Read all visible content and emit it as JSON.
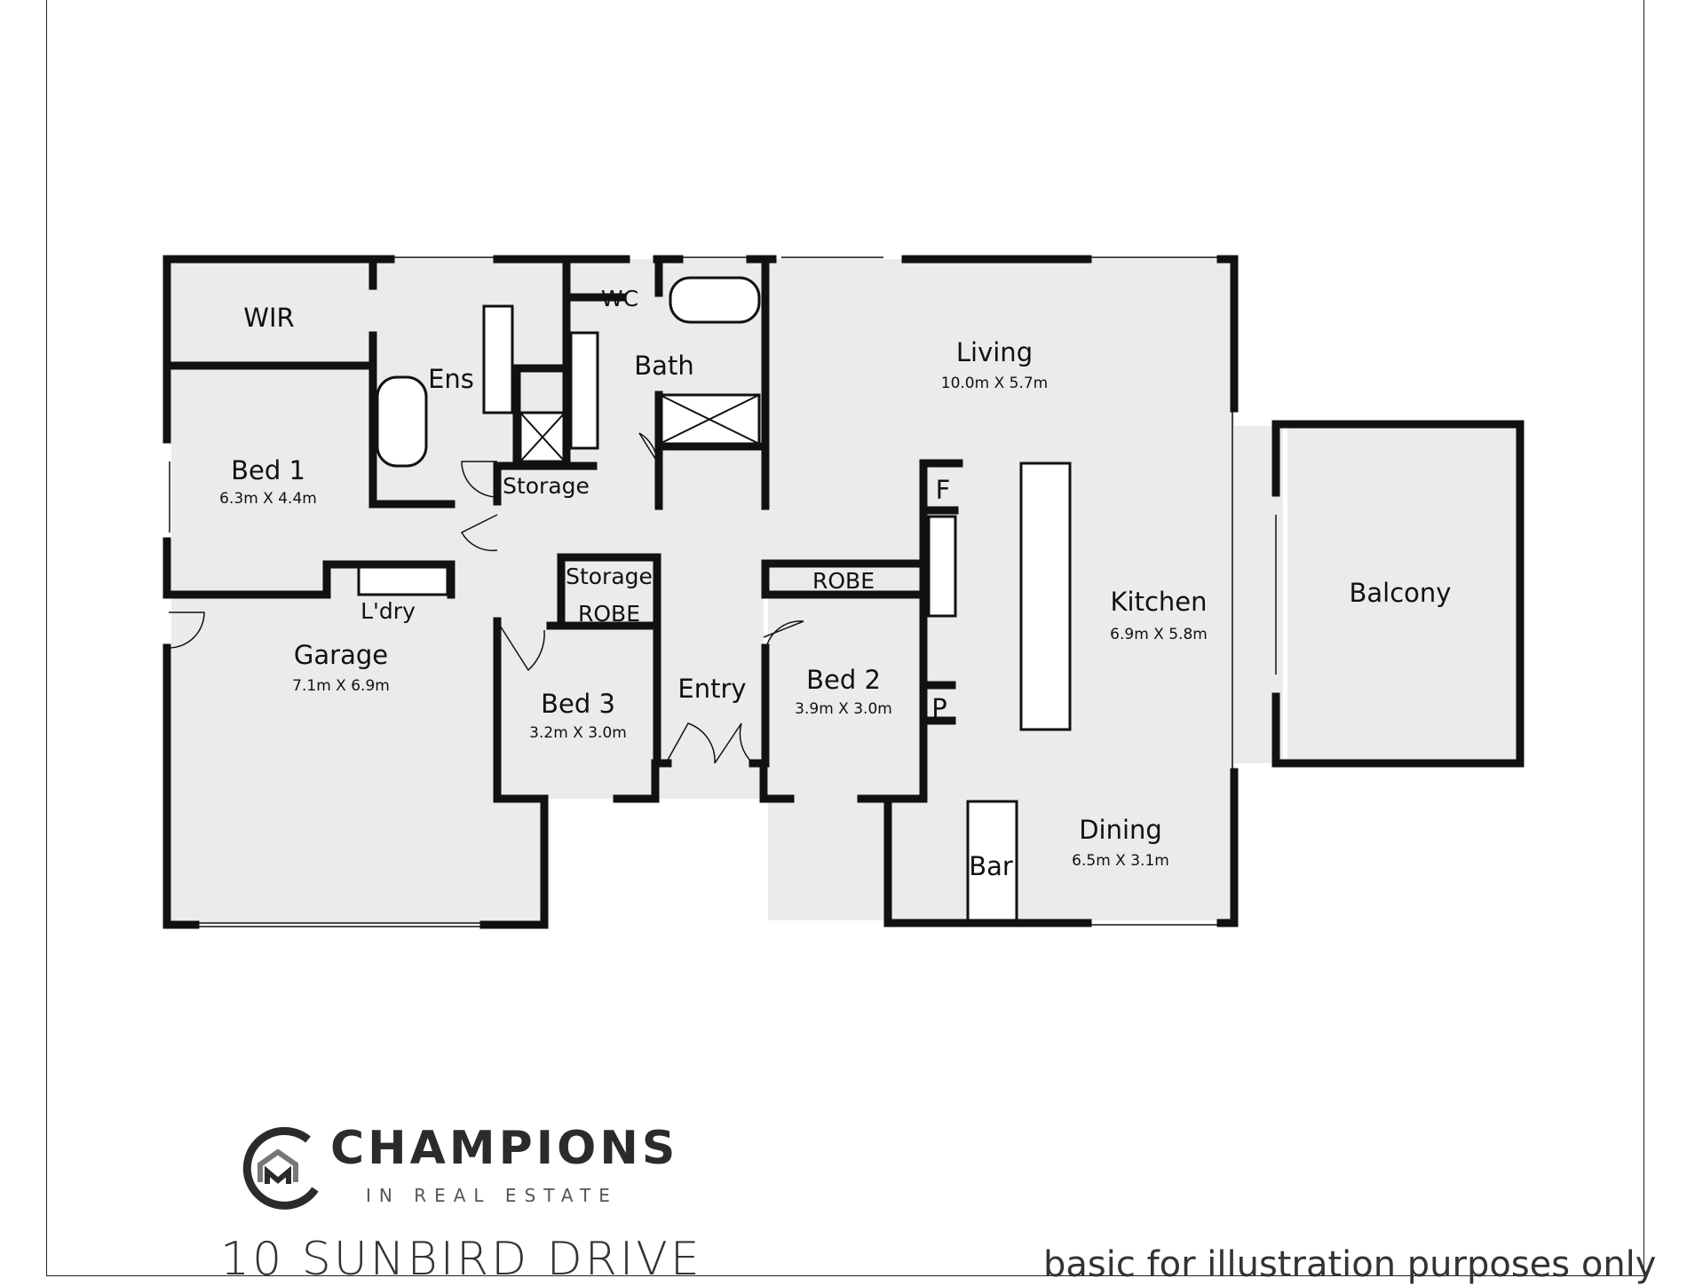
{
  "rooms": {
    "wir": {
      "name": "WIR"
    },
    "ens": {
      "name": "Ens"
    },
    "wc": {
      "name": "WC"
    },
    "bath": {
      "name": "Bath"
    },
    "living": {
      "name": "Living",
      "dims": "10.0m X 5.7m"
    },
    "bed1": {
      "name": "Bed 1",
      "dims": "6.3m X 4.4m"
    },
    "storage1": {
      "name": "Storage"
    },
    "storage2": {
      "name": "Storage"
    },
    "robe1": {
      "name": "ROBE"
    },
    "robe2": {
      "name": "ROBE"
    },
    "ldry": {
      "name": "L'dry"
    },
    "garage": {
      "name": "Garage",
      "dims": "7.1m X 6.9m"
    },
    "bed3": {
      "name": "Bed 3",
      "dims": "3.2m X 3.0m"
    },
    "entry": {
      "name": "Entry"
    },
    "bed2": {
      "name": "Bed 2",
      "dims": "3.9m X 3.0m"
    },
    "fridge": {
      "name": "F"
    },
    "pantry": {
      "name": "P"
    },
    "kitchen": {
      "name": "Kitchen",
      "dims": "6.9m X 5.8m"
    },
    "balcony": {
      "name": "Balcony"
    },
    "dining": {
      "name": "Dining",
      "dims": "6.5m X 3.1m"
    },
    "bar": {
      "name": "Bar"
    }
  },
  "branding": {
    "name": "CHAMPIONS",
    "tagline": "IN REAL ESTATE",
    "icon": "house-m-logo-icon"
  },
  "address": "10 SUNBIRD DRIVE",
  "disclaimer": "basic for illustration purposes only",
  "colors": {
    "floor": "#ebebeb",
    "wall": "#111111",
    "window": "#ffffff"
  }
}
